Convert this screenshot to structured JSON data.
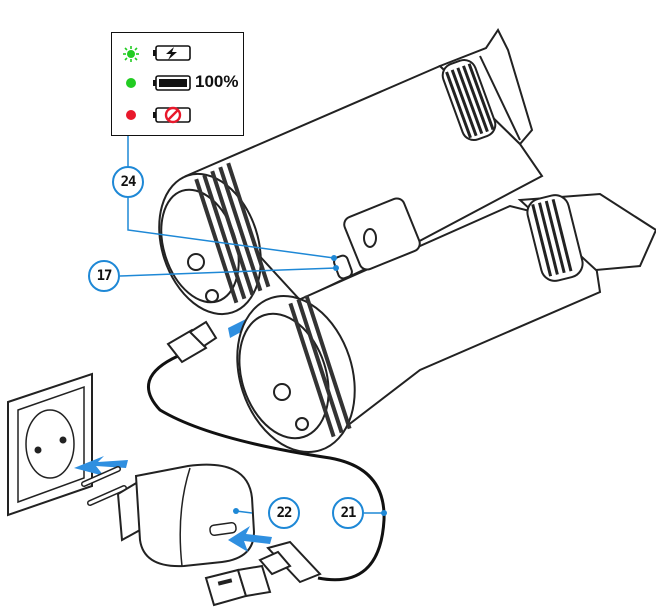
{
  "legend": {
    "rows": [
      {
        "indicator_color": "#22cc22",
        "state_icon": "battery-charging-icon",
        "text": ""
      },
      {
        "indicator_color": "#22cc22",
        "state_icon": "battery-full-icon",
        "text": "100%"
      },
      {
        "indicator_color": "#e8182b",
        "state_icon": "battery-error-icon",
        "text": ""
      }
    ]
  },
  "callouts": {
    "c24": "24",
    "c17": "17",
    "c22": "22",
    "c21": "21"
  },
  "colors": {
    "callout_border": "#1e88d6",
    "arrow_blue": "#2f8fe0",
    "led_green": "#22cc22",
    "led_red": "#e8182b"
  }
}
